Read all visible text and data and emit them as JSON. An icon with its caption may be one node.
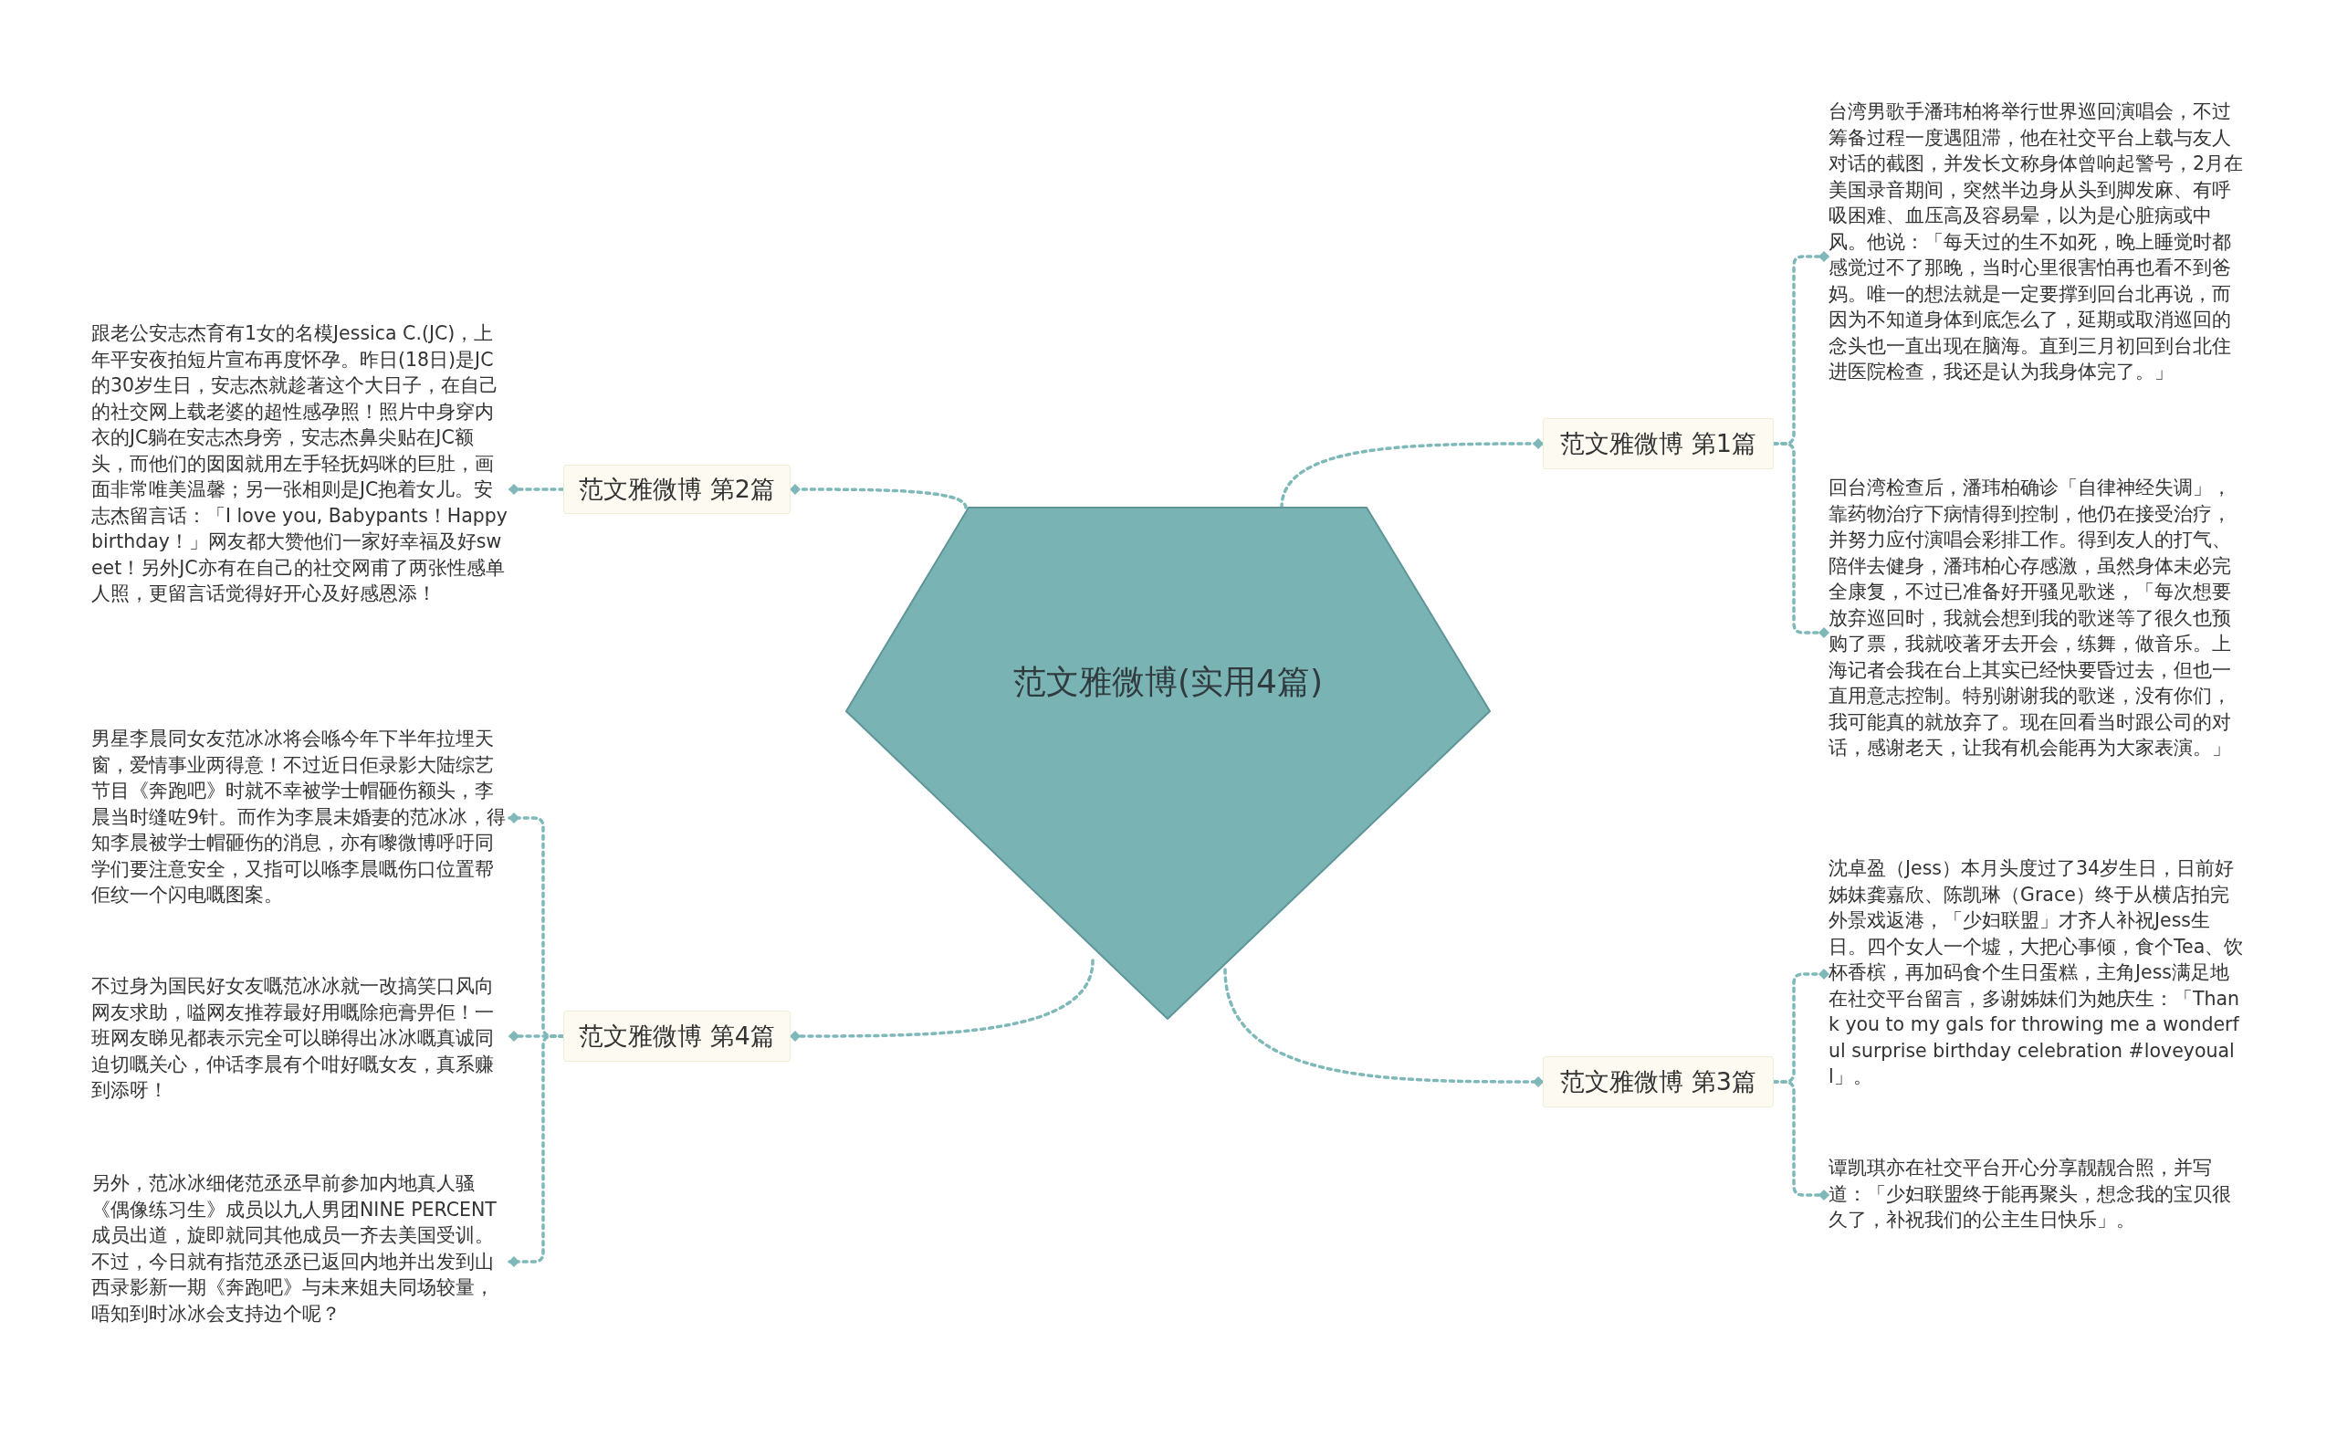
{
  "diagram": {
    "nodes": [
      {
        "text": [
          "范文雅微博(实用4篇)"
        ]
      },
      {
        "text": [
          "范文雅微博 第2篇"
        ]
      },
      {
        "text": [
          "跟老公安志杰育有1女的名模Jessica C.(JC)，上年平安夜拍短片宣布再度怀孕。昨日(18日)是JC的30岁生日，安志杰就趁著这个大日子，在自己的社交网上载老婆的超性感孕照！照片中身穿内衣的JC躺在安志杰身旁，安志杰鼻尖贴在JC额头，而他们的囡囡就用左手轻抚妈咪的巨肚，画面非常唯美温馨；另一张相则是JC抱着女儿。安志杰留言话：「I love you, Babypants！Happy birthday！」网友都大赞他们一家好幸福及好sweet！另外JC亦有在自己的社交网甫了两张性感单人照，更留言话觉得好开心及好感恩添！"
        ]
      },
      {
        "text": [
          "范文雅微博 第1篇"
        ]
      },
      {
        "text": [
          "台湾男歌手潘玮柏将举行世界巡回演唱会，不过筹备过程一度遇阻滞，他在社交平台上载与友人对话的截图，并发长文称身体曾响起警号，2月在美国录音期间，突然半边身从头到脚发麻、有呼吸困难、血压高及容易晕，以为是心脏病或中风。他说：「每天过的生不如死，晚上睡觉时都感觉过不了那晚，当时心里很害怕再也看不到爸妈。唯一的想法就是一定要撑到回台北再说，而因为不知道身体到底怎么了，延期或取消巡回的念头也一直出现在脑海。直到三月初回到台北住进医院检查，我还是认为我身体完了。」"
        ]
      },
      {
        "text": [
          "回台湾检查后，潘玮柏确诊「自律神经失调」，靠药物治疗下病情得到控制，他仍在接受治疗，并努力应付演唱会彩排工作。得到友人的打气、陪伴去健身，潘玮柏心存感激，虽然身体未必完全康复，不过已准备好开骚见歌迷，「每次想要放弃巡回时，我就会想到我的歌迷等了很久也预购了票，我就咬著牙去开会，练舞，做音乐。上海记者会我在台上其实已经快要昏过去，但也一直用意志控制。特别谢谢我的歌迷，没有你们，我可能真的就放弃了。现在回看当时跟公司的对话，感谢老天，让我有机会能再为大家表演。」"
        ]
      },
      {
        "text": [
          "范文雅微博 第4篇"
        ]
      },
      {
        "text": [
          "男星李晨同女友范冰冰将会喺今年下半年拉埋天窗，爱情事业两得意！不过近日佢录影大陆综艺节目《奔跑吧》时就不幸被学士帽砸伤额头，李晨当时缝咗9针。而作为李晨未婚妻的范冰冰，得知李晨被学士帽砸伤的消息，亦有嚟微博呼吁同学们要注意安全，又指可以喺李晨嘅伤口位置帮佢纹一个闪电嘅图案。"
        ]
      },
      {
        "text": [
          "不过身为国民好女友嘅范冰冰就一改搞笑口风向网友求助，嗌网友推荐最好用嘅除疤膏畀佢！一班网友睇见都表示完全可以睇得出冰冰嘅真诚同迫切嘅关心，仲话李晨有个咁好嘅女友，真系赚到添呀！"
        ]
      },
      {
        "text": [
          "另外，范冰冰细佬范丞丞早前参加内地真人骚《偶像练习生》成员以九人男团NINE PERCENT成员出道，旋即就同其他成员一齐去美国受训。不过，今日就有指范丞丞已返回内地并出发到山西录影新一期《奔跑吧》与未来姐夫同场较量，唔知到时冰冰会支持边个呢？"
        ]
      },
      {
        "text": [
          "范文雅微博 第3篇"
        ]
      },
      {
        "text": [
          "沈卓盈（Jess）本月头度过了34岁生日，日前好姊妹龚嘉欣、陈凯琳（Grace）终于从横店拍完外景戏返港，「少妇联盟」才齐人补祝Jess生日。四个女人一个墟，大把心事倾，食个Tea、饮杯香槟，再加码食个生日蛋糕，主角Jess满足地在社交平台留言，多谢姊妹们为她庆生：「Thank you to my gals for throwing me a wonderful surprise birthday celebration #loveyouall」。"
        ]
      },
      {
        "text": [
          "谭凯琪亦在社交平台开心分享靓靓合照，并写道：「少妇联盟终于能再聚头，想念我的宝贝很久了，补祝我们的公主生日快乐」。"
        ]
      }
    ],
    "edges": [
      {
        "from": 0,
        "to": 1,
        "arrow": "other"
      },
      {
        "from": 1,
        "to": 2,
        "arrow": "other"
      },
      {
        "from": 0,
        "to": 3,
        "arrow": "other"
      },
      {
        "from": 3,
        "to": 4,
        "arrow": "other"
      },
      {
        "from": 3,
        "to": 5,
        "arrow": "other"
      },
      {
        "from": 0,
        "to": 6,
        "arrow": "other"
      },
      {
        "from": 6,
        "to": 7,
        "arrow": "other"
      },
      {
        "from": 6,
        "to": 8,
        "arrow": "other"
      },
      {
        "from": 6,
        "to": 9,
        "arrow": "other"
      },
      {
        "from": 0,
        "to": 10,
        "arrow": "other"
      },
      {
        "from": 10,
        "to": 11,
        "arrow": "other"
      },
      {
        "from": 10,
        "to": 12,
        "arrow": "other"
      }
    ]
  }
}
